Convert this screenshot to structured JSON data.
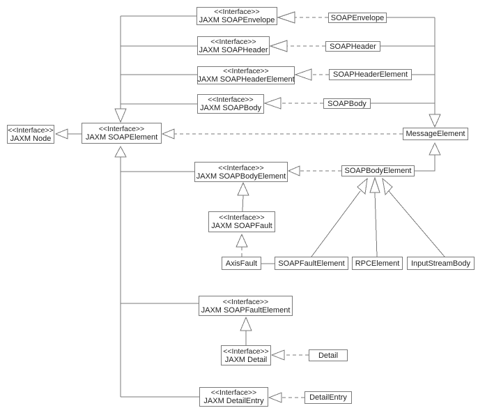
{
  "diagram": {
    "kind": "uml-class-diagram",
    "colors": {
      "background": "#ffffff",
      "line": "#7a7a7a",
      "box_border": "#7a7a7a",
      "text": "#1f1f1f"
    },
    "nodes": {
      "jaxm_soapenvelope": {
        "stereotype": "<<Interface>>",
        "name": "JAXM SOAPEnvelope"
      },
      "jaxm_soapheader": {
        "stereotype": "<<Interface>>",
        "name": "JAXM SOAPHeader"
      },
      "jaxm_soapheaderelement": {
        "stereotype": "<<Interface>>",
        "name": "JAXM SOAPHeaderElement"
      },
      "jaxm_soapbody": {
        "stereotype": "<<Interface>>",
        "name": "JAXM SOAPBody"
      },
      "soapenvelope": {
        "name": "SOAPEnvelope"
      },
      "soapheader": {
        "name": "SOAPHeader"
      },
      "soapheaderelement": {
        "name": "SOAPHeaderElement"
      },
      "soapbody": {
        "name": "SOAPBody"
      },
      "jaxm_node": {
        "stereotype": "<<Interface>>",
        "name": "JAXM Node"
      },
      "jaxm_soapelement": {
        "stereotype": "<<Interface>>",
        "name": "JAXM SOAPElement"
      },
      "messageelement": {
        "name": "MessageElement"
      },
      "jaxm_soapbodyelement": {
        "stereotype": "<<Interface>>",
        "name": "JAXM SOAPBodyElement"
      },
      "soapbodyelement": {
        "name": "SOAPBodyElement"
      },
      "jaxm_soapfault": {
        "stereotype": "<<Interface>>",
        "name": "JAXM SOAPFault"
      },
      "axisfault": {
        "name": "AxisFault"
      },
      "soapfaultelement": {
        "name": "SOAPFaultElement"
      },
      "rpcelement": {
        "name": "RPCElement"
      },
      "inputstreambody": {
        "name": "InputStreamBody"
      },
      "jaxm_soapfaultelement": {
        "stereotype": "<<Interface>>",
        "name": "JAXM SOAPFaultElement"
      },
      "jaxm_detail": {
        "stereotype": "<<Interface>>",
        "name": "JAXM Detail"
      },
      "detail": {
        "name": "Detail"
      },
      "jaxm_detailentry": {
        "stereotype": "<<Interface>>",
        "name": "JAXM DetailEntry"
      },
      "detailentry": {
        "name": "DetailEntry"
      }
    },
    "edges": [
      {
        "from": "JAXM SOAPEnvelope",
        "to": "JAXM SOAPElement",
        "type": "generalization"
      },
      {
        "from": "JAXM SOAPHeader",
        "to": "JAXM SOAPElement",
        "type": "generalization"
      },
      {
        "from": "JAXM SOAPHeaderElement",
        "to": "JAXM SOAPElement",
        "type": "generalization"
      },
      {
        "from": "JAXM SOAPBody",
        "to": "JAXM SOAPElement",
        "type": "generalization"
      },
      {
        "from": "JAXM SOAPElement",
        "to": "JAXM Node",
        "type": "generalization"
      },
      {
        "from": "SOAPEnvelope",
        "to": "JAXM SOAPEnvelope",
        "type": "realization"
      },
      {
        "from": "SOAPHeader",
        "to": "JAXM SOAPHeader",
        "type": "realization"
      },
      {
        "from": "SOAPHeaderElement",
        "to": "JAXM SOAPHeaderElement",
        "type": "realization"
      },
      {
        "from": "SOAPBody",
        "to": "JAXM SOAPBody",
        "type": "realization"
      },
      {
        "from": "SOAPEnvelope",
        "to": "MessageElement",
        "type": "generalization"
      },
      {
        "from": "SOAPHeader",
        "to": "MessageElement",
        "type": "generalization"
      },
      {
        "from": "SOAPHeaderElement",
        "to": "MessageElement",
        "type": "generalization"
      },
      {
        "from": "SOAPBody",
        "to": "MessageElement",
        "type": "generalization"
      },
      {
        "from": "MessageElement",
        "to": "JAXM SOAPElement",
        "type": "realization"
      },
      {
        "from": "SOAPBodyElement",
        "to": "MessageElement",
        "type": "generalization"
      },
      {
        "from": "SOAPBodyElement",
        "to": "JAXM SOAPBodyElement",
        "type": "realization"
      },
      {
        "from": "JAXM SOAPBodyElement",
        "to": "JAXM SOAPElement",
        "type": "generalization"
      },
      {
        "from": "JAXM SOAPFault",
        "to": "JAXM SOAPBodyElement",
        "type": "generalization"
      },
      {
        "from": "AxisFault",
        "to": "JAXM SOAPFault",
        "type": "realization"
      },
      {
        "from": "SOAPFaultElement",
        "to": "SOAPBodyElement",
        "type": "generalization"
      },
      {
        "from": "RPCElement",
        "to": "SOAPBodyElement",
        "type": "generalization"
      },
      {
        "from": "InputStreamBody",
        "to": "SOAPBodyElement",
        "type": "generalization"
      },
      {
        "from": "AxisFault",
        "to": "SOAPFaultElement",
        "type": "association"
      },
      {
        "from": "JAXM SOAPFaultElement",
        "to": "JAXM SOAPElement",
        "type": "generalization"
      },
      {
        "from": "JAXM Detail",
        "to": "JAXM SOAPFaultElement",
        "type": "generalization"
      },
      {
        "from": "Detail",
        "to": "JAXM Detail",
        "type": "realization"
      },
      {
        "from": "JAXM DetailEntry",
        "to": "JAXM SOAPElement",
        "type": "generalization"
      },
      {
        "from": "DetailEntry",
        "to": "JAXM DetailEntry",
        "type": "realization"
      }
    ]
  }
}
